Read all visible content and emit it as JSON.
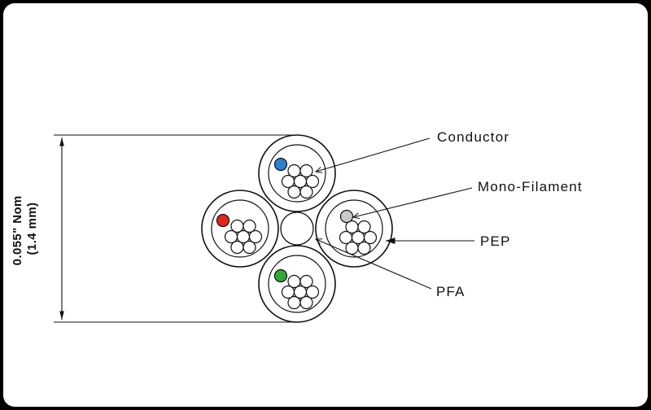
{
  "diagram": {
    "title": "cable-cross-section",
    "labels": {
      "conductor": "Conductor",
      "mono_filament": "Mono-Filament",
      "pep": "PEP",
      "pfa": "PFA"
    },
    "dimension": {
      "line1": "0.055\" Nom",
      "line2": "(1.4 mm)"
    },
    "colors": {
      "conductor_blue": "#2f7fd0",
      "conductor_red": "#e1251b",
      "conductor_white": "#c9c9c9",
      "conductor_green": "#2faa35",
      "line": "#111111",
      "background": "#ffffff"
    }
  }
}
